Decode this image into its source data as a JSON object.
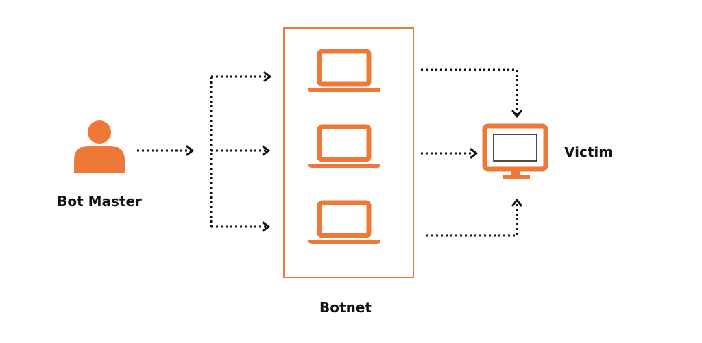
{
  "nodes": {
    "bot_master": {
      "label": "Bot Master",
      "icon": "user-icon"
    },
    "botnet": {
      "label": "Botnet",
      "bots": [
        {
          "icon": "laptop-icon"
        },
        {
          "icon": "laptop-icon"
        },
        {
          "icon": "laptop-icon"
        }
      ]
    },
    "victim": {
      "label": "Victim",
      "icon": "monitor-icon"
    }
  },
  "colors": {
    "accent": "#EE7838",
    "arrow": "#111111",
    "text": "#111111",
    "background": "#FFFFFF"
  },
  "edges": [
    {
      "from": "bot_master",
      "to": "bot-1",
      "style": "dotted"
    },
    {
      "from": "bot_master",
      "to": "bot-2",
      "style": "dotted"
    },
    {
      "from": "bot_master",
      "to": "bot-3",
      "style": "dotted"
    },
    {
      "from": "bot-1",
      "to": "victim",
      "style": "dotted"
    },
    {
      "from": "bot-2",
      "to": "victim",
      "style": "dotted"
    },
    {
      "from": "bot-3",
      "to": "victim",
      "style": "dotted"
    }
  ]
}
